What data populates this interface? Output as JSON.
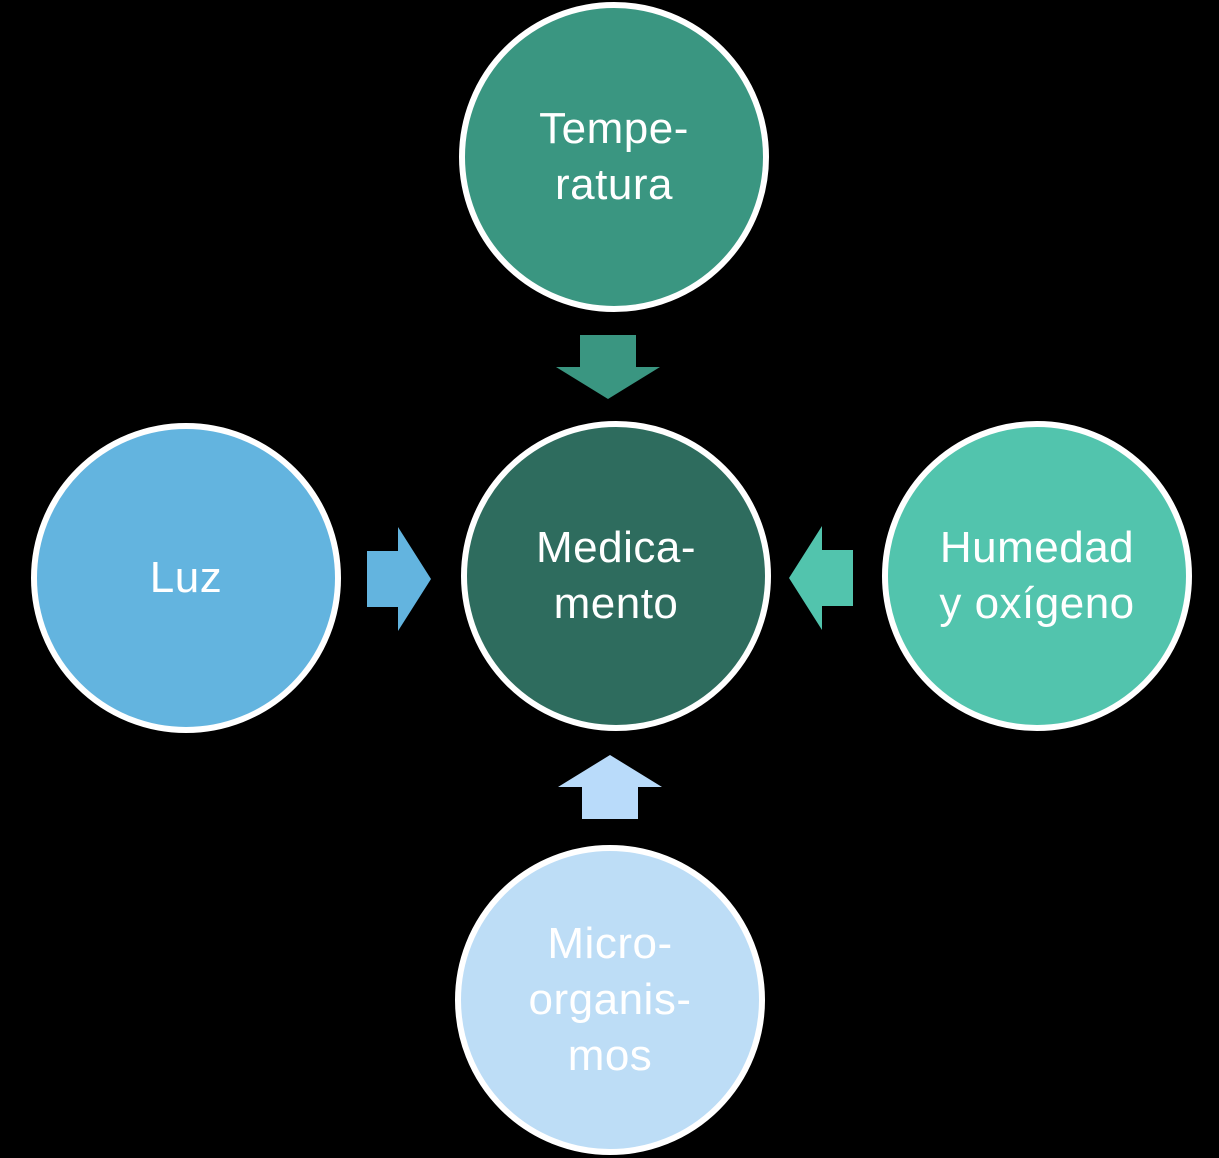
{
  "diagram": {
    "background_color": "#000000",
    "text_color": "#FFFFFF",
    "circle_border_color": "#FFFFFF",
    "nodes": {
      "temperatura": {
        "label": "Tempe-\nratura",
        "color": "#3A9681"
      },
      "luz": {
        "label": "Luz",
        "color": "#63B4DF"
      },
      "medicamento": {
        "label": "Medica-\nmento",
        "color": "#2E6C5E"
      },
      "humedad_oxigeno": {
        "label": "Humedad\ny oxígeno",
        "color": "#52C4AD"
      },
      "microorganismos": {
        "label": "Micro-\norganis-\nmos",
        "color": "#BDDDF6"
      }
    },
    "arrows": {
      "from_temperatura": {
        "direction": "down",
        "color": "#3A9681"
      },
      "from_luz": {
        "direction": "right",
        "color": "#63B4DF"
      },
      "from_humedad_oxigeno": {
        "direction": "left",
        "color": "#52C4AD"
      },
      "from_microorganismos": {
        "direction": "up",
        "color": "#B9DBFA"
      }
    }
  }
}
